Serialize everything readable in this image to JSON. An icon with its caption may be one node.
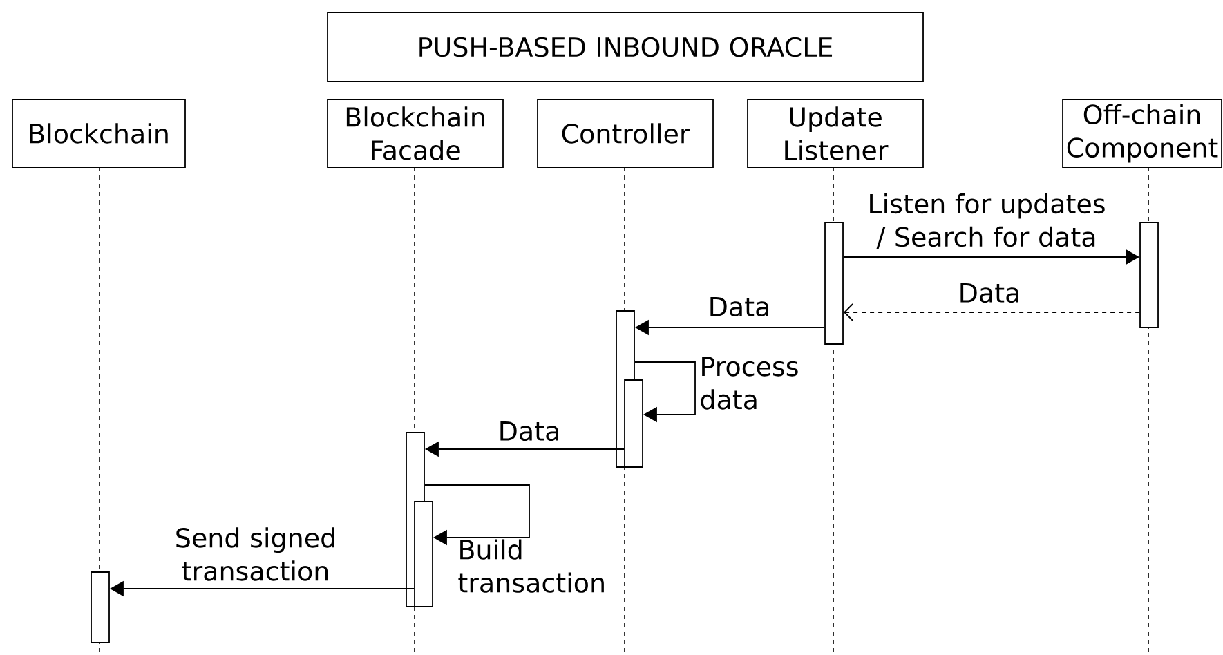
{
  "diagram": {
    "nodes": [
      {
        "text": [
          "PUSH-BASED INBOUND ORACLE"
        ]
      },
      {
        "text": [
          "Blockchain"
        ]
      },
      {
        "text": [
          "Blockchain Facade"
        ]
      },
      {
        "text": [
          "Controller"
        ]
      },
      {
        "text": [
          "Update Listener"
        ]
      },
      {
        "text": [
          "Off-chain Component"
        ]
      },
      {
        "text": [],
        "shape": "bar"
      },
      {
        "text": [],
        "shape": "bar"
      },
      {
        "text": [],
        "shape": "bar"
      },
      {
        "text": [],
        "shape": "bar"
      },
      {
        "text": [],
        "shape": "bar"
      },
      {
        "text": [],
        "shape": "bar"
      },
      {
        "text": [],
        "shape": "bar"
      }
    ],
    "edges": [
      {
        "from": 6,
        "to": 7,
        "arrow": "to",
        "label": "Listen for updates / Search for data"
      },
      {
        "from": 7,
        "to": 6,
        "arrow": "to",
        "label": "Data",
        "style": "dashed"
      },
      {
        "from": 6,
        "to": 8,
        "arrow": "to",
        "label": "Data"
      },
      {
        "from": 8,
        "to": 9,
        "arrow": "to",
        "label": "Process data"
      },
      {
        "from": 9,
        "to": 10,
        "arrow": "to",
        "label": "Data"
      },
      {
        "from": 10,
        "to": 11,
        "arrow": "to",
        "label": "Build transaction"
      },
      {
        "from": 11,
        "to": 12,
        "arrow": "to",
        "label": "Send signed transaction"
      }
    ]
  }
}
